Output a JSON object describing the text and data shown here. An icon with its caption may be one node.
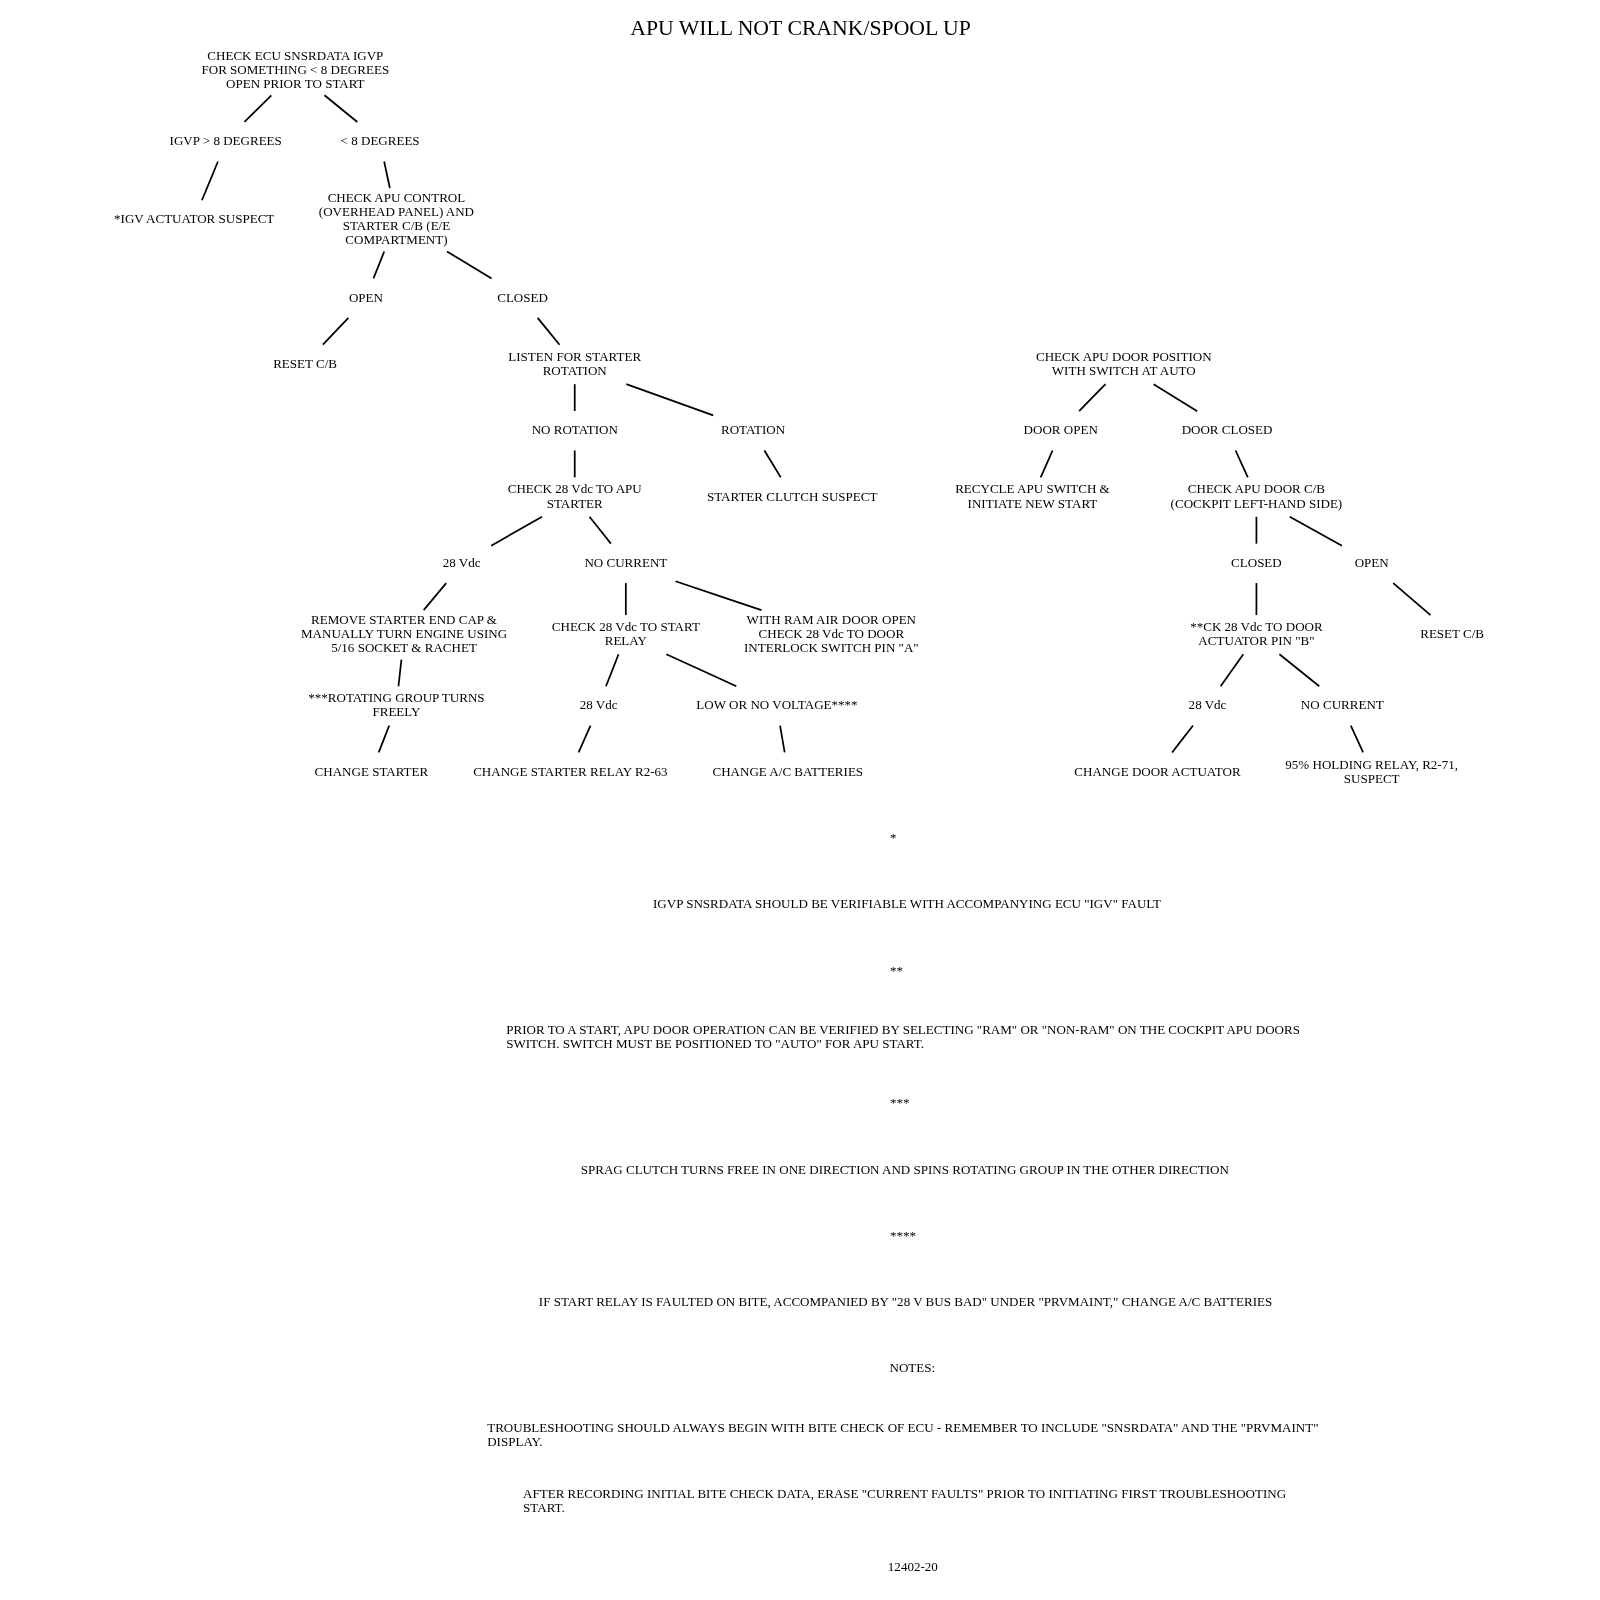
{
  "diagram": {
    "title": "APU WILL NOT CRANK/SPOOL UP",
    "nodes": [
      {
        "text": [
          "CHECK ECU SNSRDATA IGVP FOR SOMETHING < 8 DEGREES OPEN PRIOR TO START"
        ]
      },
      {
        "text": [
          "IGVP > 8 DEGREES"
        ]
      },
      {
        "text": [
          "*IGV ACTUATOR SUSPECT"
        ]
      },
      {
        "text": [
          "< 8 DEGREES"
        ]
      },
      {
        "text": [
          "CHECK APU CONTROL (OVERHEAD PANEL) AND STARTER C/B (E/E COMPARTMENT)"
        ]
      },
      {
        "text": [
          "OPEN"
        ]
      },
      {
        "text": [
          "RESET C/B"
        ]
      },
      {
        "text": [
          "CLOSED"
        ]
      },
      {
        "text": [
          "LISTEN FOR STARTER ROTATION"
        ]
      },
      {
        "text": [
          "NO ROTATION"
        ]
      },
      {
        "text": [
          "CHECK 28 Vdc TO APU STARTER"
        ]
      },
      {
        "text": [
          "28 Vdc"
        ]
      },
      {
        "text": [
          "REMOVE STARTER END CAP & MANUALLY TURN ENGINE USING 5/16 SOCKET & RACHET"
        ]
      },
      {
        "text": [
          "***ROTATING GROUP TURNS FREELY"
        ]
      },
      {
        "text": [
          "CHANGE STARTER"
        ]
      },
      {
        "text": [
          "NO CURRENT"
        ]
      },
      {
        "text": [
          "CHECK 28 Vdc TO START RELAY"
        ]
      },
      {
        "text": [
          "28 Vdc"
        ]
      },
      {
        "text": [
          "CHANGE STARTER RELAY R2-63"
        ]
      },
      {
        "text": [
          "LOW OR NO VOLTAGE****"
        ]
      },
      {
        "text": [
          "CHANGE A/C BATTERIES"
        ]
      },
      {
        "text": [
          "WITH RAM AIR DOOR OPEN CHECK 28 Vdc TO DOOR INTERLOCK SWITCH PIN \"A\""
        ]
      },
      {
        "text": [
          "ROTATION"
        ]
      },
      {
        "text": [
          "STARTER CLUTCH SUSPECT"
        ]
      },
      {
        "text": [
          "CHECK APU DOOR POSITION WITH SWITCH AT AUTO"
        ]
      },
      {
        "text": [
          "DOOR OPEN"
        ]
      },
      {
        "text": [
          "RECYCLE APU SWITCH & INITIATE NEW START"
        ]
      },
      {
        "text": [
          "DOOR CLOSED"
        ]
      },
      {
        "text": [
          "CHECK APU DOOR C/B (COCKPIT LEFT-HAND SIDE)"
        ]
      },
      {
        "text": [
          "CLOSED"
        ]
      },
      {
        "text": [
          "**CK 28 Vdc TO DOOR ACTUATOR PIN \"B\""
        ]
      },
      {
        "text": [
          "28 Vdc"
        ]
      },
      {
        "text": [
          "CHANGE DOOR ACTUATOR"
        ]
      },
      {
        "text": [
          "NO CURRENT"
        ]
      },
      {
        "text": [
          "95% HOLDING RELAY, R2-71, SUSPECT"
        ]
      },
      {
        "text": [
          "OPEN"
        ]
      },
      {
        "text": [
          "RESET C/B"
        ]
      }
    ],
    "edges": [
      {
        "from": 0,
        "to": 1,
        "arrow": "none"
      },
      {
        "from": 0,
        "to": 3,
        "arrow": "none"
      },
      {
        "from": 1,
        "to": 2,
        "arrow": "none"
      },
      {
        "from": 3,
        "to": 4,
        "arrow": "none"
      },
      {
        "from": 4,
        "to": 5,
        "arrow": "none"
      },
      {
        "from": 4,
        "to": 7,
        "arrow": "none"
      },
      {
        "from": 5,
        "to": 6,
        "arrow": "none"
      },
      {
        "from": 7,
        "to": 8,
        "arrow": "none"
      },
      {
        "from": 8,
        "to": 9,
        "arrow": "none"
      },
      {
        "from": 8,
        "to": 22,
        "arrow": "none"
      },
      {
        "from": 9,
        "to": 10,
        "arrow": "none"
      },
      {
        "from": 22,
        "to": 23,
        "arrow": "none"
      },
      {
        "from": 10,
        "to": 11,
        "arrow": "none"
      },
      {
        "from": 10,
        "to": 15,
        "arrow": "none"
      },
      {
        "from": 11,
        "to": 12,
        "arrow": "none"
      },
      {
        "from": 12,
        "to": 13,
        "arrow": "none"
      },
      {
        "from": 13,
        "to": 14,
        "arrow": "none"
      },
      {
        "from": 15,
        "to": 16,
        "arrow": "none"
      },
      {
        "from": 15,
        "to": 21,
        "arrow": "none"
      },
      {
        "from": 16,
        "to": 17,
        "arrow": "none"
      },
      {
        "from": 16,
        "to": 19,
        "arrow": "none"
      },
      {
        "from": 17,
        "to": 18,
        "arrow": "none"
      },
      {
        "from": 19,
        "to": 20,
        "arrow": "none"
      },
      {
        "from": 24,
        "to": 25,
        "arrow": "none"
      },
      {
        "from": 24,
        "to": 27,
        "arrow": "none"
      },
      {
        "from": 25,
        "to": 26,
        "arrow": "none"
      },
      {
        "from": 27,
        "to": 28,
        "arrow": "none"
      },
      {
        "from": 28,
        "to": 29,
        "arrow": "none"
      },
      {
        "from": 28,
        "to": 35,
        "arrow": "none"
      },
      {
        "from": 29,
        "to": 30,
        "arrow": "none"
      },
      {
        "from": 35,
        "to": 36,
        "arrow": "none"
      },
      {
        "from": 30,
        "to": 31,
        "arrow": "none"
      },
      {
        "from": 30,
        "to": 33,
        "arrow": "none"
      },
      {
        "from": 31,
        "to": 32,
        "arrow": "none"
      },
      {
        "from": 33,
        "to": 34,
        "arrow": "none"
      }
    ],
    "labels": [
      "*",
      "IGVP SNSRDATA SHOULD BE VERIFIABLE WITH ACCOMPANYING ECU \"IGV\" FAULT",
      "**",
      "PRIOR TO A START, APU DOOR OPERATION CAN BE VERIFIED BY SELECTING \"RAM\" OR \"NON-RAM\" ON THE COCKPIT APU DOORS SWITCH. SWITCH MUST BE POSITIONED TO \"AUTO\" FOR APU START.",
      "***",
      "SPRAG CLUTCH TURNS FREE IN ONE DIRECTION AND SPINS ROTATING GROUP IN THE OTHER DIRECTION",
      "****",
      "IF START RELAY IS FAULTED ON BITE, ACCOMPANIED BY \"28 V BUS BAD\" UNDER \"PRVMAINT,\" CHANGE A/C BATTERIES",
      "NOTES:",
      "TROUBLESHOOTING SHOULD ALWAYS BEGIN WITH BITE CHECK OF ECU - REMEMBER TO INCLUDE \"SNSRDATA\" AND THE \"PRVMAINT\" DISPLAY.",
      "AFTER RECORDING INITIAL BITE CHECK DATA, ERASE \"CURRENT FAULTS\" PRIOR TO INITIATING FIRST TROUBLESHOOTING START.",
      "12402-20"
    ]
  }
}
